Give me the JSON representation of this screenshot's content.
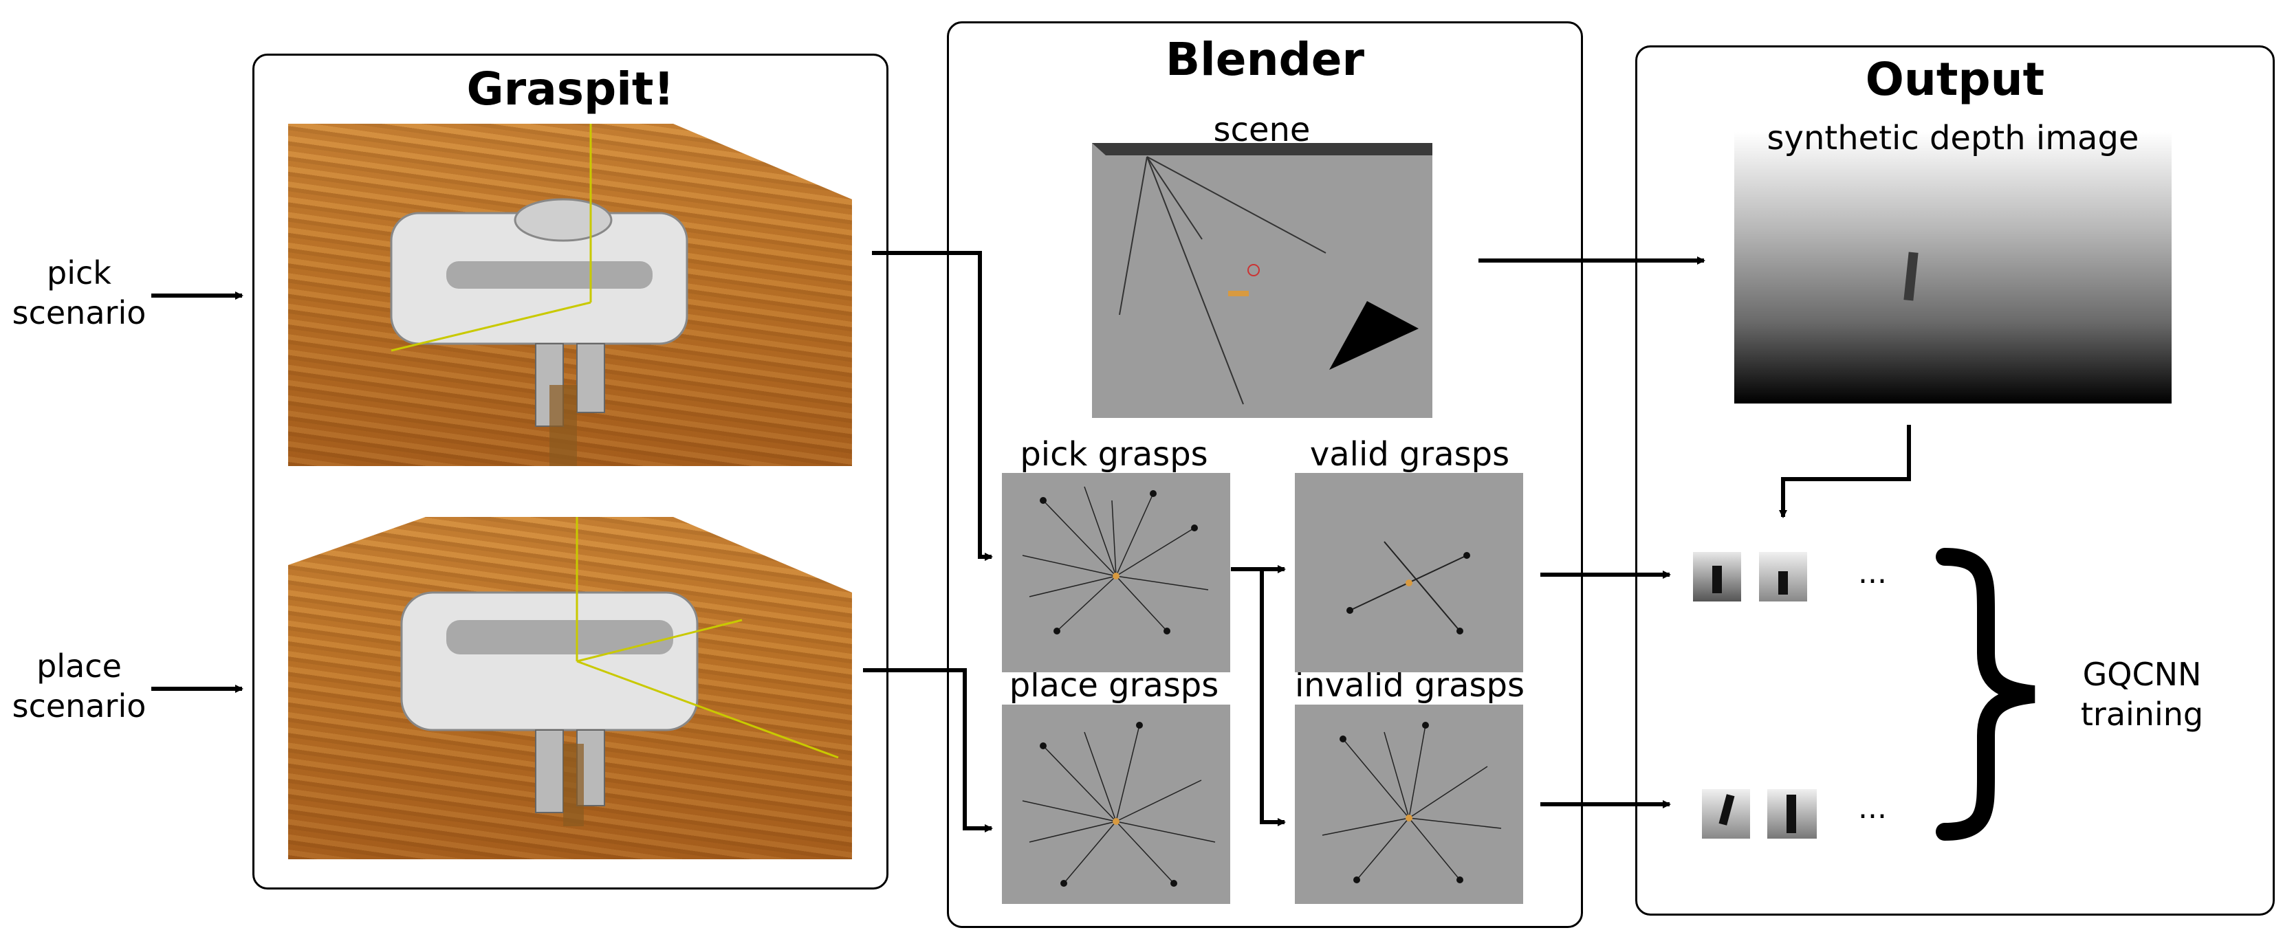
{
  "panels": {
    "graspit": {
      "title": "Graspit!"
    },
    "blender": {
      "title": "Blender"
    },
    "output": {
      "title": "Output"
    }
  },
  "inputs": {
    "pick": "pick\nscenario",
    "place": "place\nscenario"
  },
  "blender": {
    "scene_label": "scene",
    "pick_grasps_label": "pick grasps",
    "place_grasps_label": "place grasps",
    "valid_grasps_label": "valid grasps",
    "invalid_grasps_label": "invalid grasps"
  },
  "output": {
    "depth_label": "synthetic depth image",
    "ellipsis_top": "...",
    "ellipsis_bottom": "...",
    "training_label": "GQCNN\ntraining"
  },
  "icons": {
    "arrow": "arrow-icon",
    "brace": "right-curly-brace-icon",
    "gripper": "gripper-render-icon"
  },
  "colors": {
    "wood": "#c27a2c",
    "grey_viewport": "#9c9c9c",
    "gripper": "#e6e6e6"
  }
}
